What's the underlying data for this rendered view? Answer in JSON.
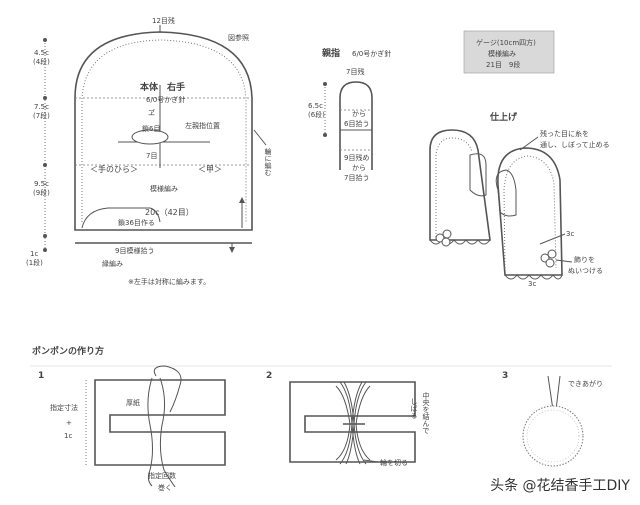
{
  "main_body": {
    "top_rows": "12目残",
    "ref_pattern": "図参照",
    "title": "本体　右手",
    "hook": "6/0号かぎ針",
    "thumb_rows_a": "ヹ",
    "thumb_rows_b": "鎖6目",
    "thumb_pos": "左親指位置",
    "stitch7": "7目",
    "palm": "＜手のひら＞",
    "back": "＜甲＞",
    "pattern_stitch": "模様編み",
    "width": "20c（42目）",
    "chain_start": "鎖36目作る",
    "pickup": "9目模様拾う",
    "edge": "縁編み",
    "round": "輪に編む",
    "dims": [
      "4.5c",
      "(4段)",
      "7.5c",
      "(7段)",
      "9.5c",
      "(9段)",
      "1c",
      "(1段)"
    ],
    "note": "※左手は対称に編みます。"
  },
  "thumb": {
    "title": "親指",
    "hook": "6/0号かぎ針",
    "top": "7目残",
    "dim": "6.5c",
    "dim_rows": "(6段)",
    "from_a": "から",
    "pickup_a": "6目拾う",
    "bottom_a": "9目残め",
    "from_b": "から",
    "pickup_b": "7目拾う"
  },
  "gauge": {
    "line1": "ゲージ(10cm四方)",
    "line2": "模様編み",
    "line3": "21目　9段"
  },
  "finish": {
    "title": "仕上げ",
    "note1": "残った目に糸を",
    "note2": "通し、しぼって止める",
    "size_a": "3c",
    "size_b": "3c",
    "attach1": "飾りを",
    "attach2": "ぬいつける"
  },
  "pompom": {
    "title": "ポンポンの作り方",
    "step1": "1",
    "step2": "2",
    "step3": "3",
    "size_label1": "指定寸法",
    "size_label2": "+",
    "size_label3": "1c",
    "cardboard": "厚紙",
    "wind1": "指定回数",
    "wind2": "巻く",
    "tie1": "中央を結んで",
    "tie2": "しばる",
    "cut": "輪を切る",
    "done": "できあがり"
  },
  "watermark": "头条 @花结香手工DIY"
}
